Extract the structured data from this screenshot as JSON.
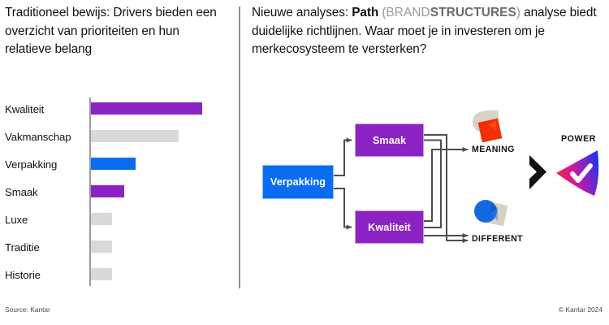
{
  "left_panel": {
    "heading": "Traditioneel bewijs: Drivers bieden een overzicht van prioriteiten en hun relatieve belang"
  },
  "right_panel": {
    "heading_part1": "Nieuwe analyses: ",
    "heading_path": "Path",
    "heading_paren_open": " (",
    "heading_brand": "BRAND",
    "heading_structures": "STRUCTURES",
    "heading_paren_close": ")",
    "heading_part2": " analyse biedt duidelijke richtlijnen. Waar moet je in investeren om je merkecosysteem te versterken?"
  },
  "chart_data": {
    "type": "bar",
    "orientation": "horizontal",
    "title": "",
    "xlabel": "",
    "ylabel": "",
    "grid": false,
    "legend": "none",
    "xlim": [
      0,
      100
    ],
    "categories": [
      "Kwaliteit",
      "Vakmanschap",
      "Verpakking",
      "Smaak",
      "Luxe",
      "Traditie",
      "Historie"
    ],
    "values": [
      100,
      79,
      40,
      30,
      19,
      19,
      19
    ],
    "colors": [
      "#8b23c4",
      "#d9d9d9",
      "#0a6cf0",
      "#8b23c4",
      "#d9d9d9",
      "#d9d9d9",
      "#d9d9d9"
    ],
    "axis_color": "#9b9b9b"
  },
  "diagram": {
    "nodes": [
      {
        "id": "verpakking",
        "label": "Verpakking",
        "color": "#0a6cf0"
      },
      {
        "id": "smaak",
        "label": "Smaak",
        "color": "#8b23c4"
      },
      {
        "id": "kwaliteit",
        "label": "Kwaliteit",
        "color": "#8b23c4"
      }
    ],
    "outcomes": [
      {
        "id": "meaning",
        "label": "MEANING"
      },
      {
        "id": "different",
        "label": "DIFFERENT"
      }
    ],
    "power": {
      "label": "POWER"
    },
    "connector_color": "#4d4d4d"
  },
  "footer": {
    "source": "Source: Kantar",
    "copyright": "© Kantar 2024"
  },
  "palette": {
    "purple": "#8b23c4",
    "blue": "#0a6cf0",
    "grey_bar": "#d9d9d9",
    "divider": "#8d8d8d",
    "text": "#111111",
    "icon_red": "#f23005",
    "icon_blue": "#1569e0",
    "icon_beige": "#d6d3c4"
  }
}
